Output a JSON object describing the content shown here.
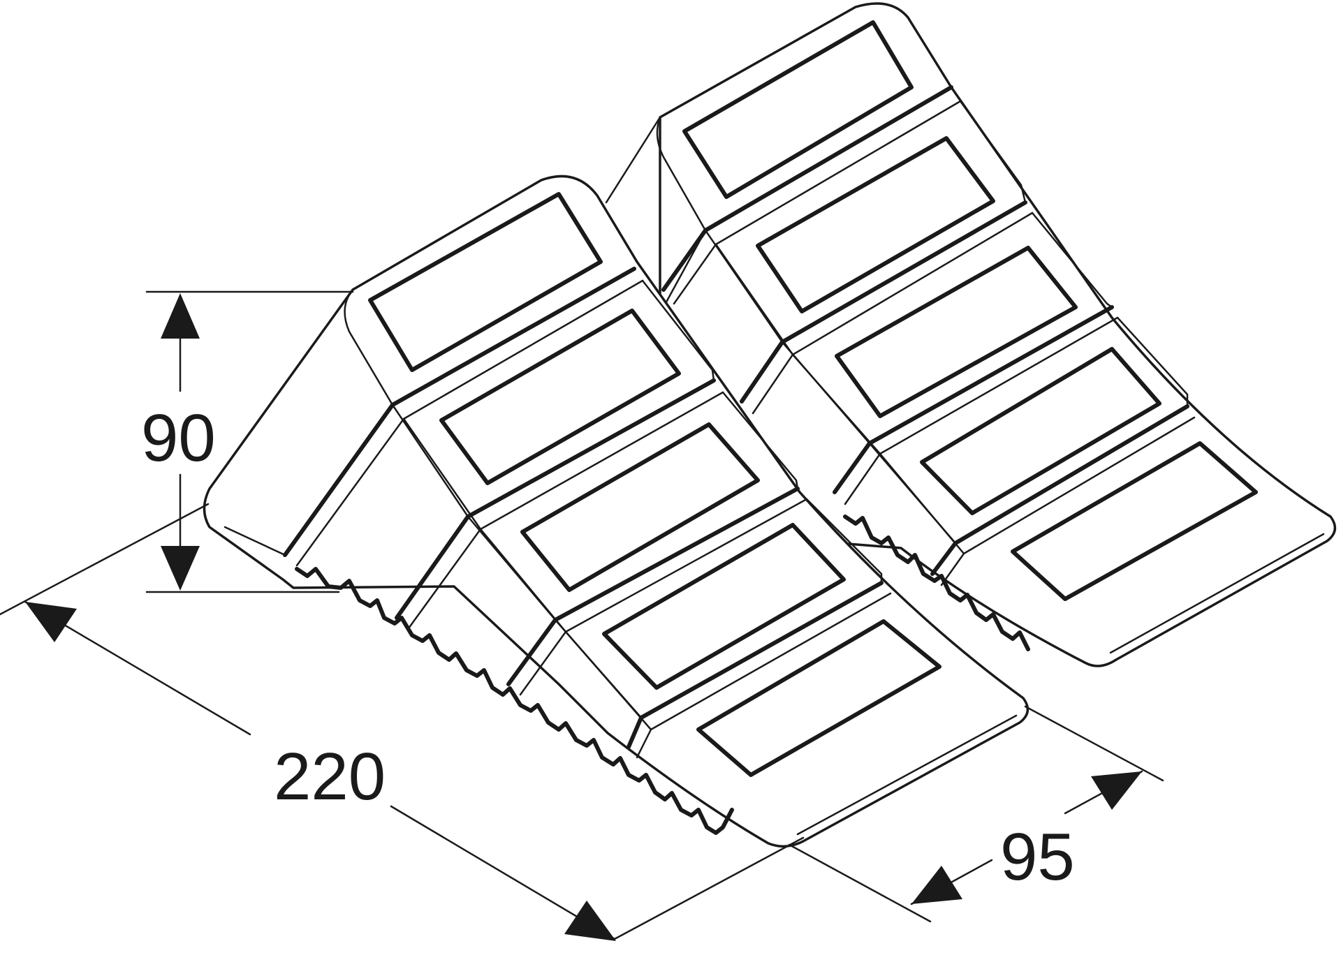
{
  "drawing": {
    "dimensions": {
      "height": "90",
      "length": "220",
      "width": "95"
    },
    "colors": {
      "line": "#1a1a1a",
      "background": "#ffffff"
    }
  }
}
